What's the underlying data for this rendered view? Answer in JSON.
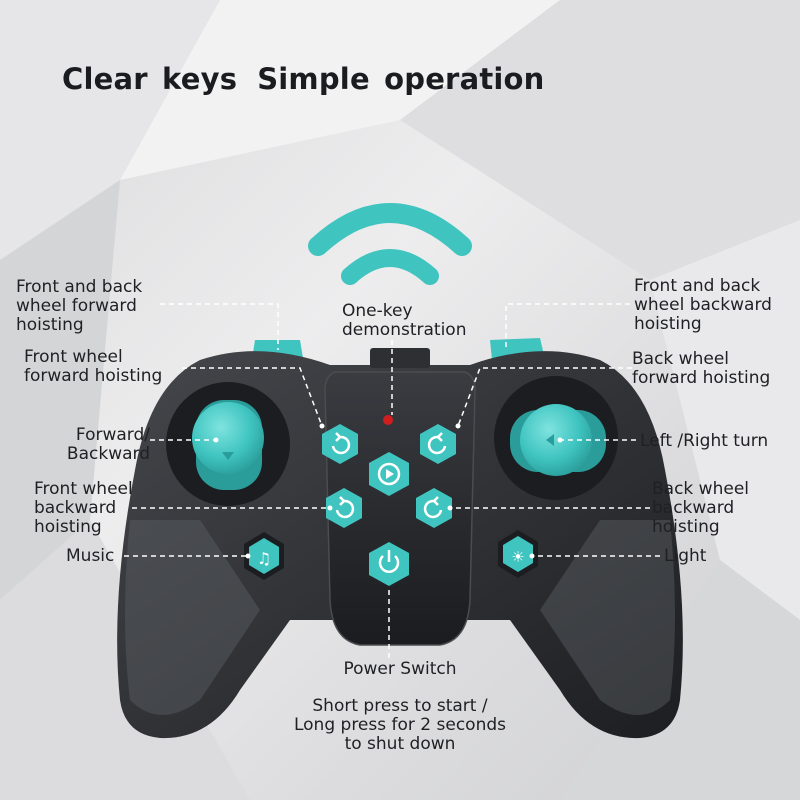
{
  "title": {
    "part1": "Clear keys",
    "part2": "Simple operation"
  },
  "labels": {
    "front_back_forward": [
      "Front and back",
      "wheel forward",
      "hoisting"
    ],
    "front_back_backward": [
      "Front and back",
      "wheel backward",
      "hoisting"
    ],
    "one_key_demo": [
      "One-key",
      "demonstration"
    ],
    "front_wheel_forward": [
      "Front wheel",
      "forward hoisting"
    ],
    "back_wheel_forward": [
      "Back wheel",
      "forward hoisting"
    ],
    "forward_backward": [
      "Forward/",
      "Backward"
    ],
    "left_right_turn": [
      "Left /Right turn"
    ],
    "front_wheel_backward": [
      "Front wheel",
      "backward",
      "hoisting"
    ],
    "back_wheel_backward": [
      "Back wheel",
      "backward",
      "hoisting"
    ],
    "music": [
      "Music"
    ],
    "light": [
      "Light"
    ],
    "power_switch": [
      "Power Switch"
    ],
    "power_note": [
      "Short press to start /",
      "Long press for 2 seconds",
      "to shut down"
    ]
  },
  "colors": {
    "teal": "#3fc4c0",
    "controller_body": "#2b2d31",
    "leader_lines": "#ffffff"
  },
  "icons": [
    "wifi-signal-icon",
    "rotate-ccw-icon",
    "rotate-cw-icon",
    "play-icon",
    "music-note-icon",
    "light-bulb-icon",
    "power-icon",
    "led-indicator-icon"
  ]
}
